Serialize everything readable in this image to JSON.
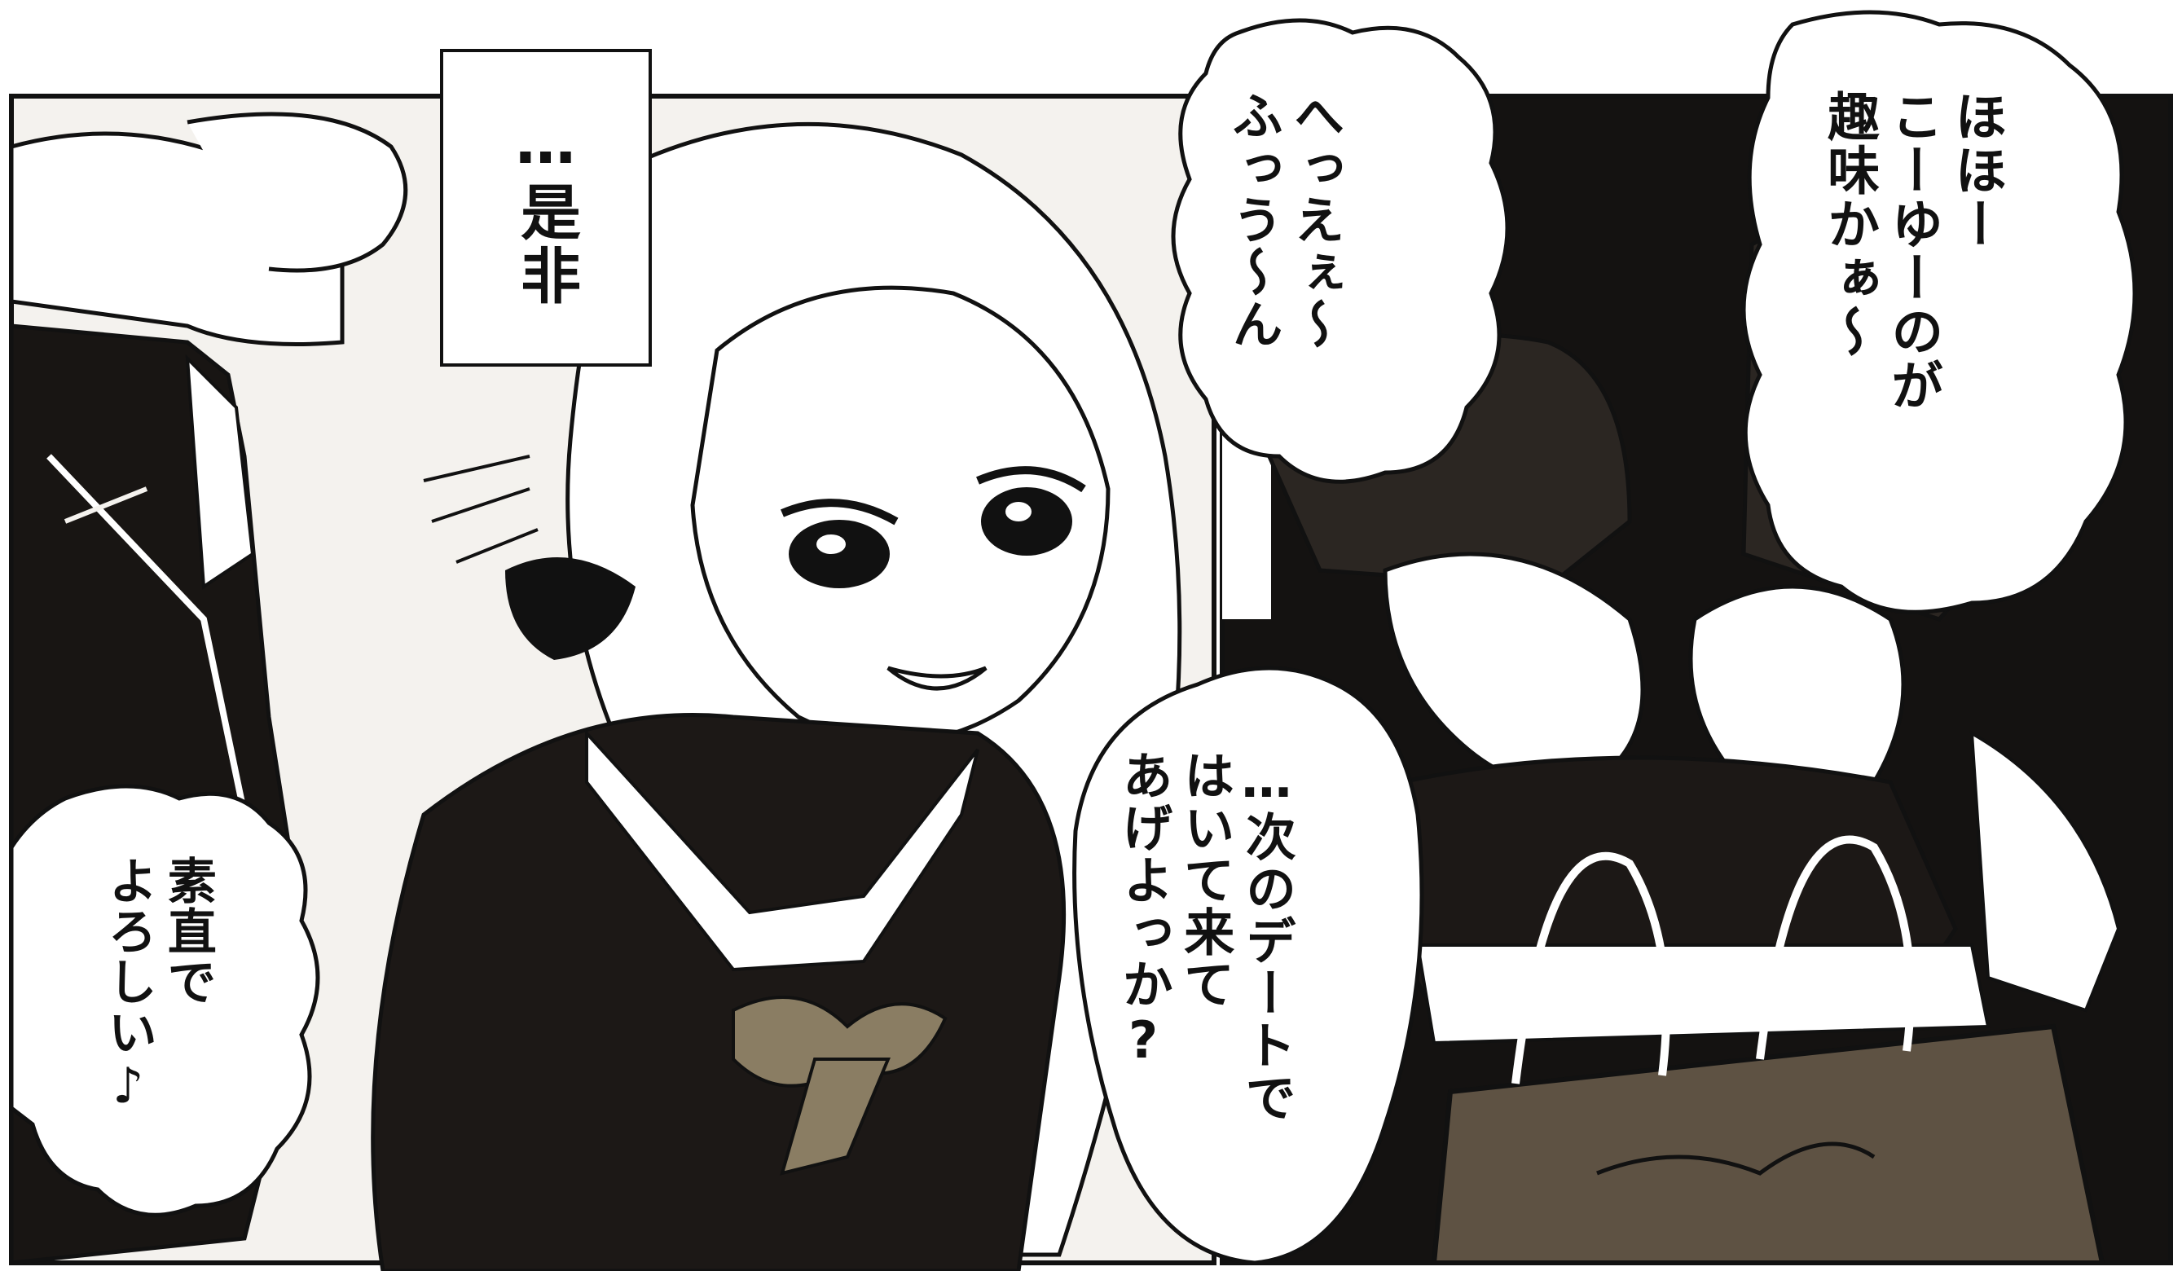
{
  "colors": {
    "ink": "#111111",
    "paper": "#ffffff",
    "tone_dark": "#2b2622",
    "tone_brown": "#5e5243",
    "tone_olive": "#8a7d63"
  },
  "narration": {
    "text": "…是非"
  },
  "bubbles": {
    "top_center": "へっえぇ〜\nふっう〜ん",
    "top_right": "ほほー\nこーゆーのが\n趣味かぁ〜",
    "center": "…次のデートで\nはいて来て\nあげよっか?",
    "bottom_left": "素直で\nよろしい♪"
  },
  "icons": {
    "sparkle": "sparkle-icon"
  }
}
